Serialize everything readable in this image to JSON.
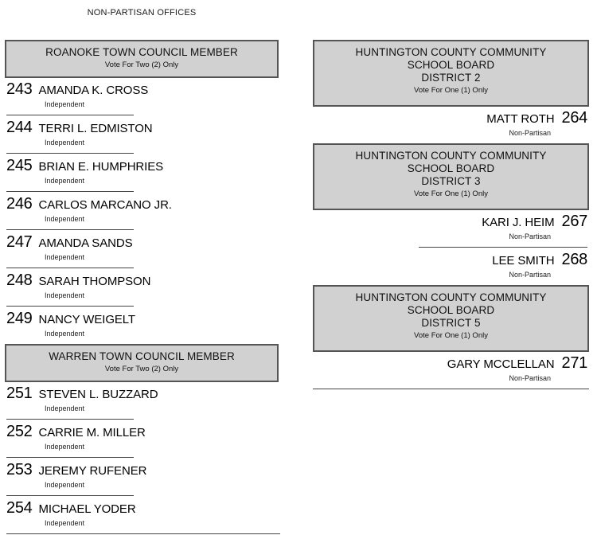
{
  "header": {
    "title": "NON-PARTISAN OFFICES"
  },
  "colors": {
    "contest_box_fill": "#d1d1d1",
    "contest_box_border": "#555555",
    "rule": "#444444",
    "text": "#000000",
    "page_background": "#ffffff"
  },
  "columns": {
    "left": {
      "contests": [
        {
          "title_lines": [
            "ROANOKE TOWN COUNCIL MEMBER"
          ],
          "vote_for": "Vote For Two (2) Only",
          "candidates": [
            {
              "number": "243",
              "name": "AMANDA K. CROSS",
              "party": "Independent"
            },
            {
              "number": "244",
              "name": "TERRI L. EDMISTON",
              "party": "Independent"
            },
            {
              "number": "245",
              "name": "BRIAN E. HUMPHRIES",
              "party": "Independent"
            },
            {
              "number": "246",
              "name": "CARLOS MARCANO JR.",
              "party": "Independent"
            },
            {
              "number": "247",
              "name": "AMANDA SANDS",
              "party": "Independent"
            },
            {
              "number": "248",
              "name": "SARAH THOMPSON",
              "party": "Independent"
            },
            {
              "number": "249",
              "name": "NANCY WEIGELT",
              "party": "Independent"
            }
          ]
        },
        {
          "title_lines": [
            "WARREN TOWN COUNCIL MEMBER"
          ],
          "vote_for": "Vote For Two (2) Only",
          "candidates": [
            {
              "number": "251",
              "name": "STEVEN L. BUZZARD",
              "party": "Independent"
            },
            {
              "number": "252",
              "name": "CARRIE M. MILLER",
              "party": "Independent"
            },
            {
              "number": "253",
              "name": "JEREMY RUFENER",
              "party": "Independent"
            },
            {
              "number": "254",
              "name": "MICHAEL YODER",
              "party": "Independent"
            }
          ]
        }
      ]
    },
    "right": {
      "contests": [
        {
          "title_lines": [
            "HUNTINGTON COUNTY COMMUNITY",
            "SCHOOL BOARD",
            "DISTRICT 2"
          ],
          "vote_for": "Vote For One (1) Only",
          "candidates": [
            {
              "number": "264",
              "name": "MATT ROTH",
              "party": "Non-Partisan"
            }
          ]
        },
        {
          "title_lines": [
            "HUNTINGTON COUNTY COMMUNITY",
            "SCHOOL BOARD",
            "DISTRICT 3"
          ],
          "vote_for": "Vote For One (1) Only",
          "candidates": [
            {
              "number": "267",
              "name": "KARI J. HEIM",
              "party": "Non-Partisan"
            },
            {
              "number": "268",
              "name": "LEE SMITH",
              "party": "Non-Partisan"
            }
          ]
        },
        {
          "title_lines": [
            "HUNTINGTON COUNTY COMMUNITY",
            "SCHOOL BOARD",
            "DISTRICT 5"
          ],
          "vote_for": "Vote For One (1) Only",
          "candidates": [
            {
              "number": "271",
              "name": "GARY MCCLELLAN",
              "party": "Non-Partisan"
            }
          ]
        }
      ]
    }
  }
}
